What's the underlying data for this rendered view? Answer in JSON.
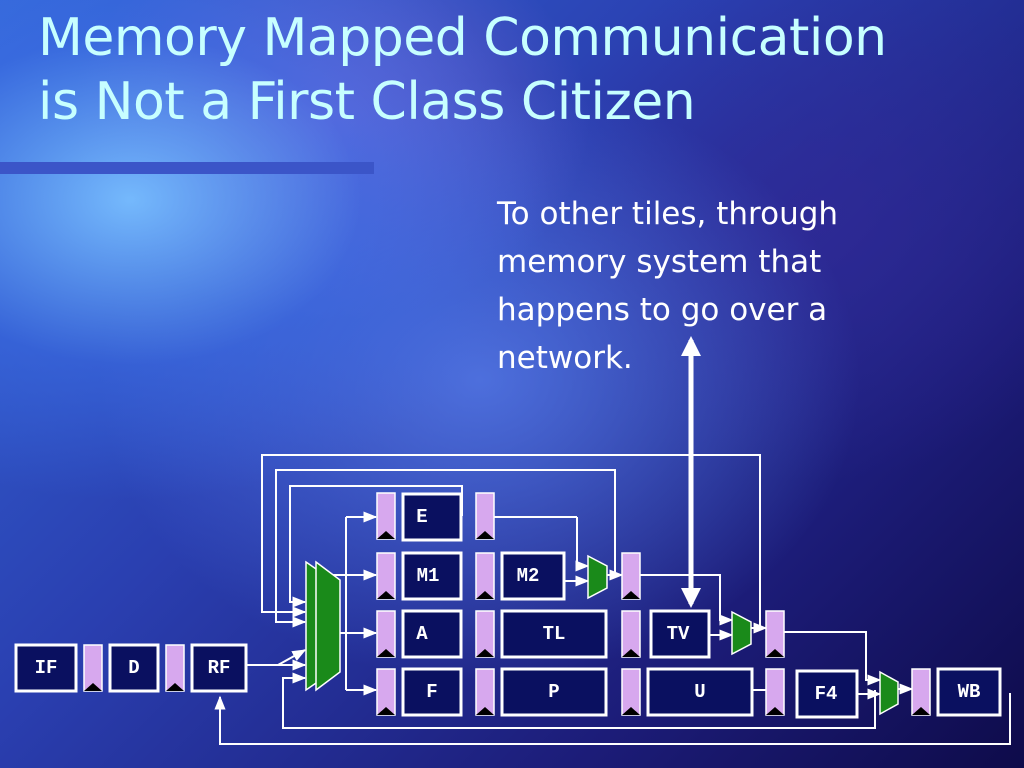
{
  "slide": {
    "title_line1": "Memory Mapped Communication",
    "title_line2": "is Not a First Class Citizen",
    "note": "To other tiles, through memory system that happens to go over a network."
  },
  "pipeline": {
    "stages": {
      "if": "IF",
      "d": "D",
      "rf": "RF",
      "e": "E",
      "m1": "M1",
      "m2": "M2",
      "a": "A",
      "tl": "TL",
      "tv": "TV",
      "f": "F",
      "p": "P",
      "u": "U",
      "f4": "F4",
      "wb": "WB"
    },
    "colors": {
      "stage_fill": "#0a1060",
      "stage_border": "#ffffff",
      "latch": "#d7a8ee",
      "mux": "#1a8a1a",
      "wire": "#ffffff",
      "title": "#c7ffff",
      "rule": "#3b55c8"
    }
  }
}
